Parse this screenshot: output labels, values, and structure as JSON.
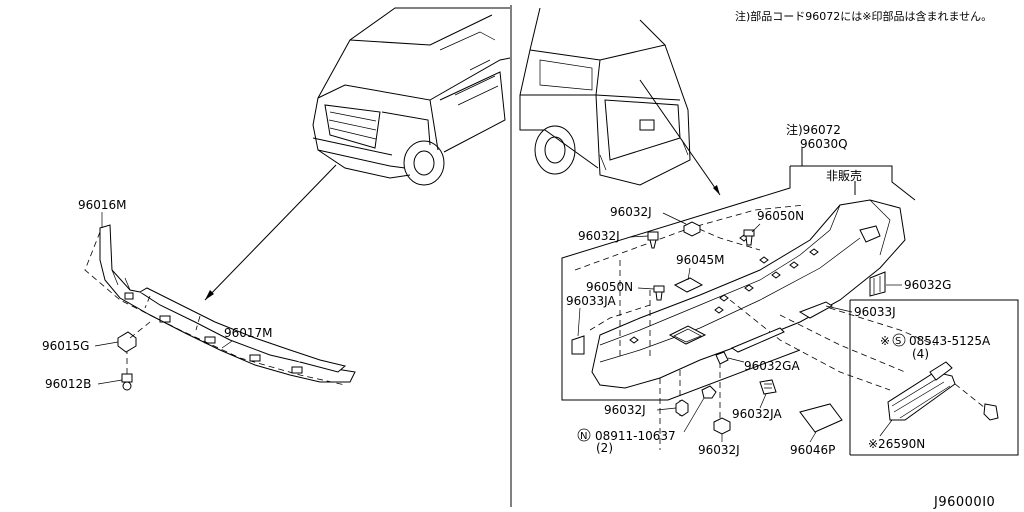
{
  "note": "注)部品コード96072には※印部品は含まれません。",
  "reference": "J96000I0",
  "labels": {
    "p96016M": "96016M",
    "p96015G": "96015G",
    "p96012B": "96012B",
    "p96017M": "96017M",
    "p96072": "注)96072",
    "p96030Q": "96030Q",
    "hihanbai": "非販売",
    "p96032J_top": "96032J",
    "p96050N_top": "96050N",
    "p96032J_left": "96032J",
    "p96045M": "96045M",
    "p96050N_mid": "96050N",
    "p96033JA": "96033JA",
    "p96032G": "96032G",
    "p96033J": "96033J",
    "p08543": "08543-5125A",
    "p08543_qty": "(4)",
    "p96032GA": "96032GA",
    "p96032J_bot": "96032J",
    "p96032JA": "96032JA",
    "p08911": "08911-10637",
    "p08911_qty": "(2)",
    "p96032J_low": "96032J",
    "p96046P": "96046P",
    "p26590N": "※26590N",
    "mark_S": "S",
    "mark_N": "N",
    "star": "※"
  }
}
